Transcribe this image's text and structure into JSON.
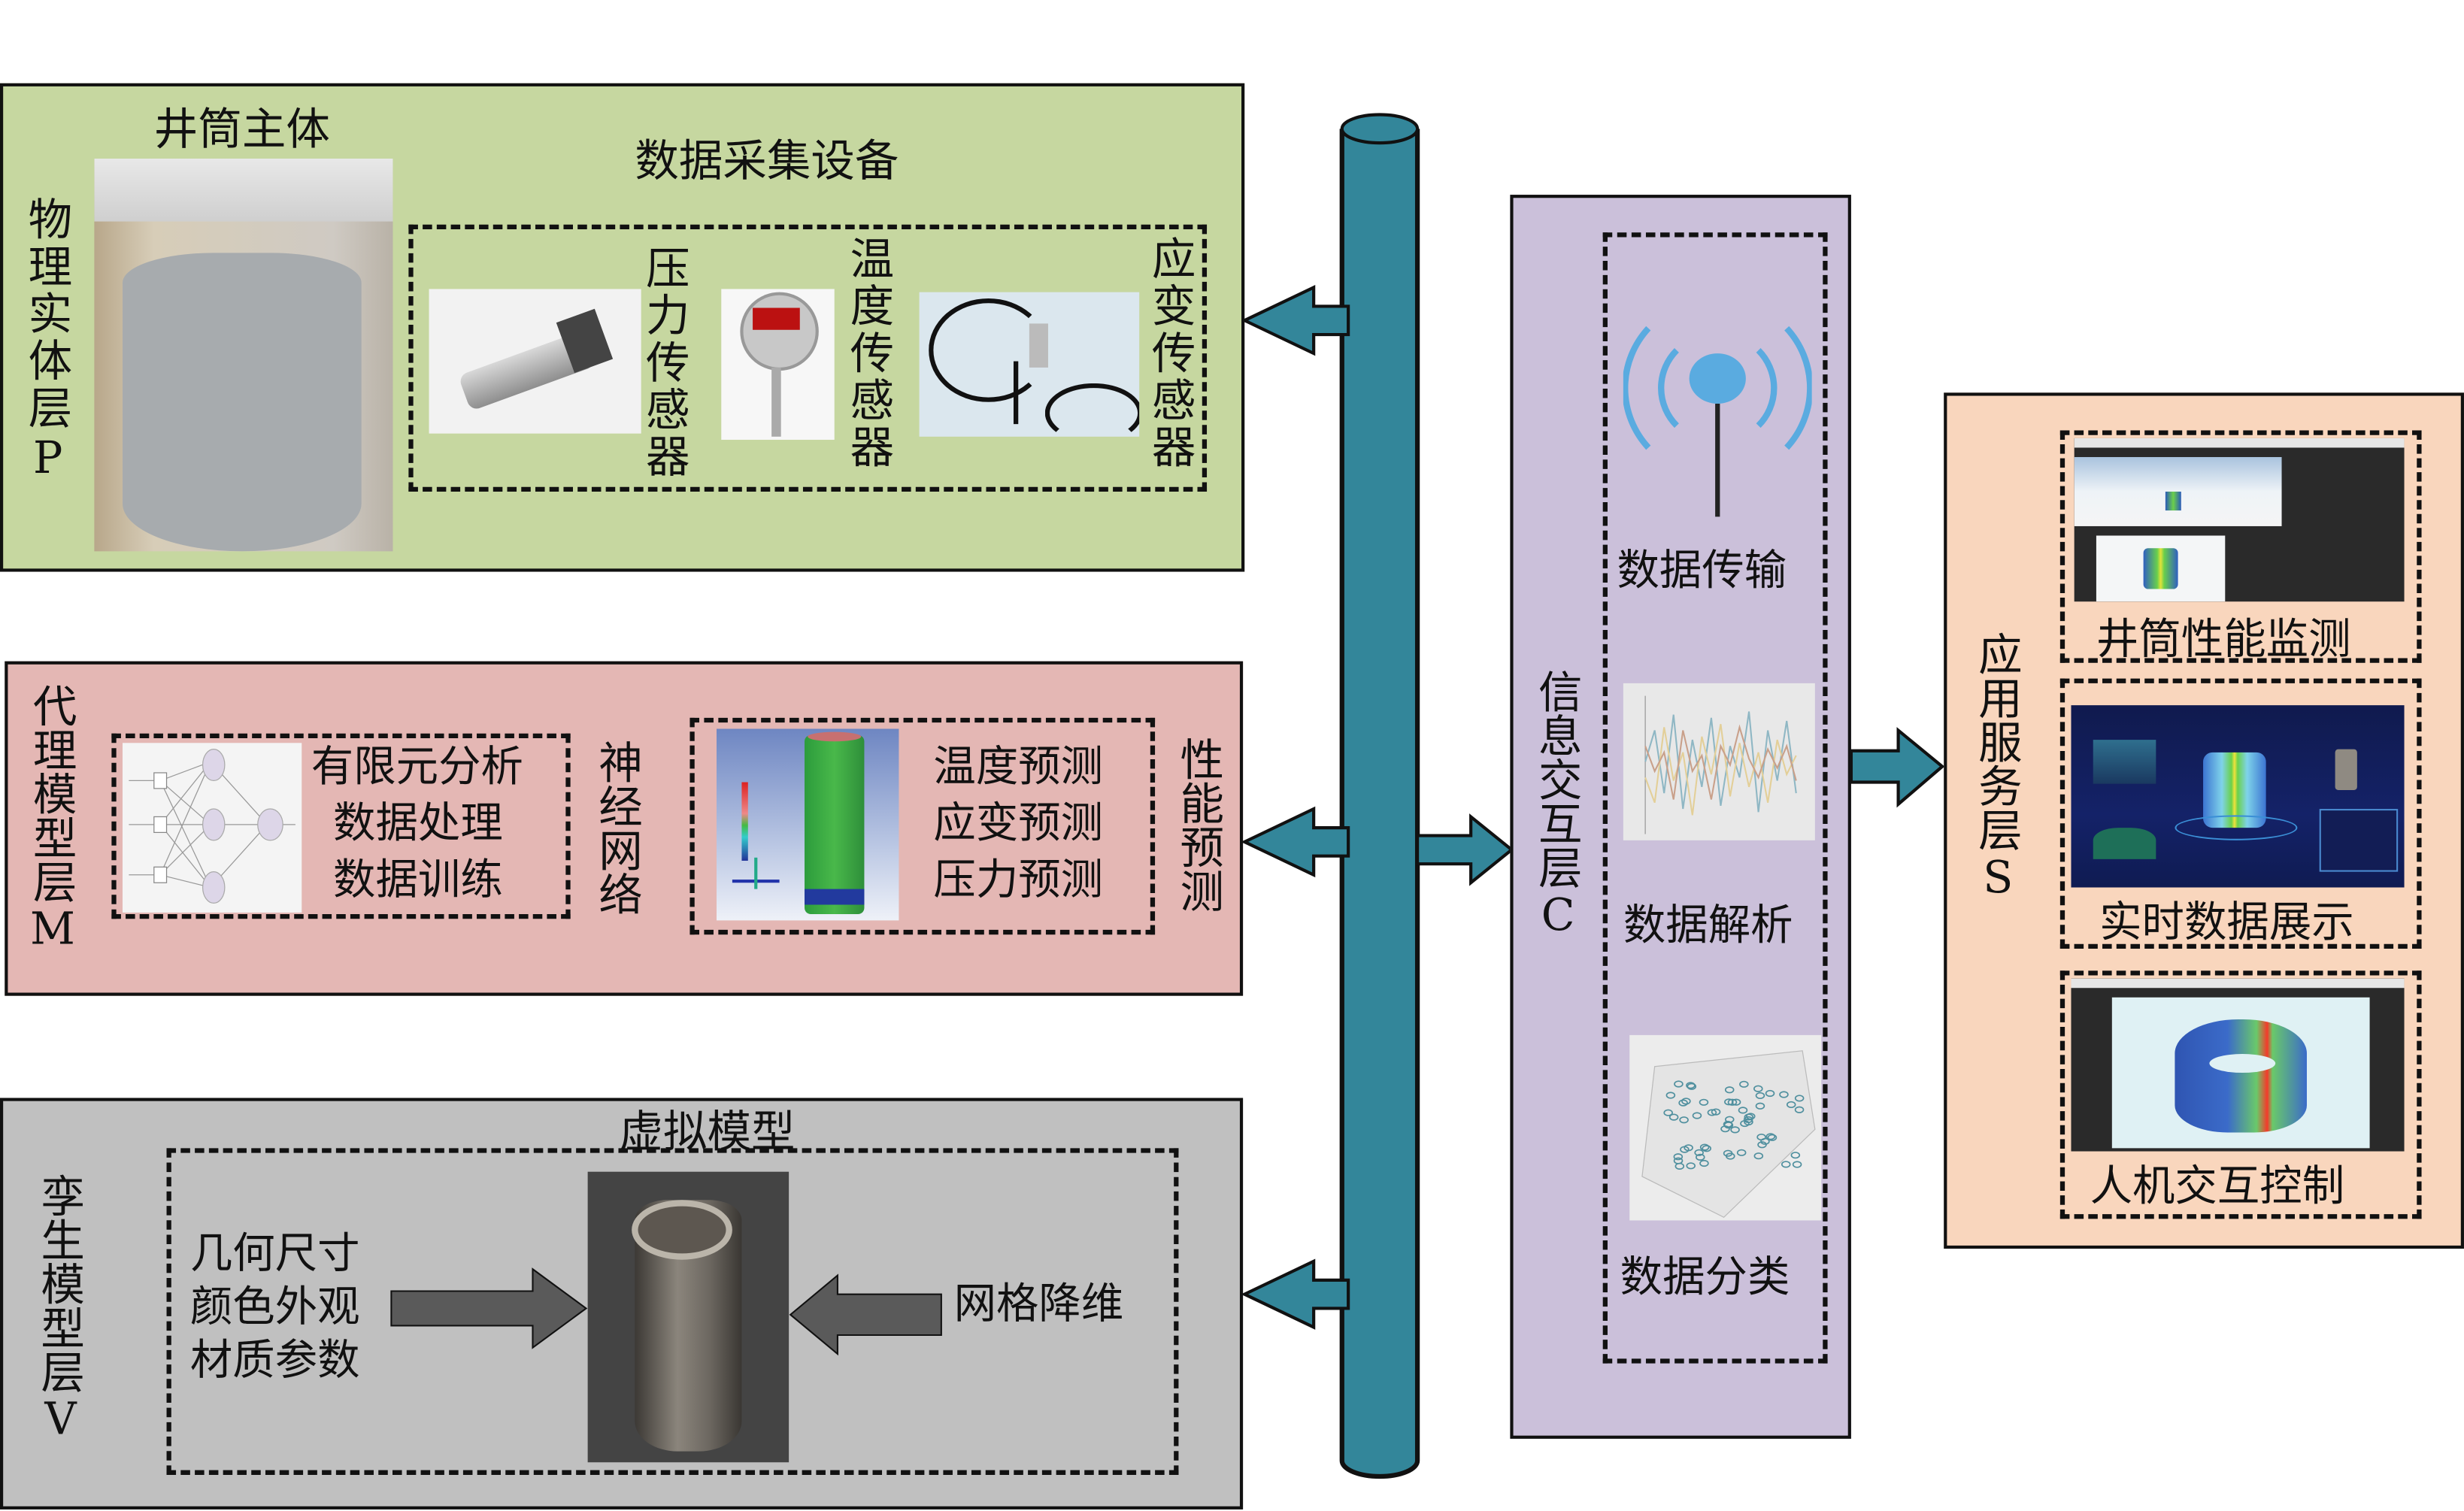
{
  "colors": {
    "bus": "#33869a",
    "physical_layer_bg": "#c6d7a0",
    "surrogate_layer_bg": "#e4b7b4",
    "twin_layer_bg": "#c0c0c0",
    "info_layer_bg": "#cbc0da",
    "app_layer_bg": "#f9d6bd",
    "signal_icon": "#5aabe0"
  },
  "physical_layer": {
    "title": "物理实体层P",
    "shaft_body_label": "井筒主体",
    "acquisition_title": "数据采集设备",
    "sensors": [
      {
        "label": "压力传感器",
        "icon": "pressure-sensor-photo"
      },
      {
        "label": "温度传感器",
        "icon": "temperature-sensor-photo"
      },
      {
        "label": "应变传感器",
        "icon": "strain-sensor-photo"
      }
    ]
  },
  "surrogate_layer": {
    "title": "代理模型层M",
    "steps": [
      "有限元分析",
      "数据处理",
      "数据训练"
    ],
    "neural_net_label": "神经网络",
    "predictions": [
      "温度预测",
      "应变预测",
      "压力预测"
    ],
    "performance_label": "性能预测"
  },
  "twin_layer": {
    "title": "孪生模型层V",
    "virtual_model_title": "虚拟模型",
    "inputs": [
      "几何尺寸",
      "颜色外观",
      "材质参数"
    ],
    "mesh_label": "网格降维"
  },
  "info_layer": {
    "title": "信息交互层C",
    "items": [
      {
        "label": "数据传输",
        "icon": "wireless-signal-icon"
      },
      {
        "label": "数据解析",
        "icon": "line-plot-thumbnail"
      },
      {
        "label": "数据分类",
        "icon": "scatter-plot-thumbnail"
      }
    ]
  },
  "app_layer": {
    "title": "应用服务层S",
    "items": [
      {
        "label": "井筒性能监测"
      },
      {
        "label": "实时数据展示"
      },
      {
        "label": "人机交互控制"
      }
    ]
  }
}
